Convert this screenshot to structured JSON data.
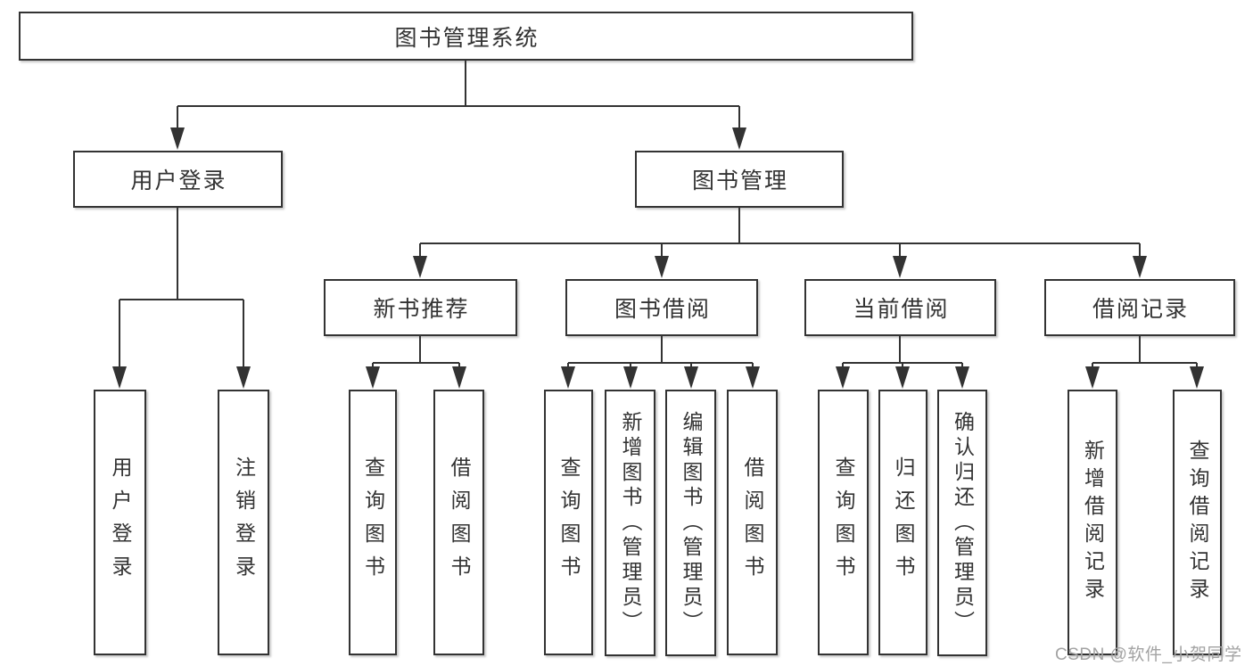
{
  "diagram_title": "图书管理系统",
  "tree": {
    "label": "图书管理系统",
    "children": [
      {
        "label": "用户登录",
        "children": [
          {
            "label": "用户登录"
          },
          {
            "label": "注销登录"
          }
        ]
      },
      {
        "label": "图书管理",
        "children": [
          {
            "label": "新书推荐",
            "children": [
              {
                "label": "查询图书"
              },
              {
                "label": "借阅图书"
              }
            ]
          },
          {
            "label": "图书借阅",
            "children": [
              {
                "label": "查询图书"
              },
              {
                "label": "新增图书（管理员）"
              },
              {
                "label": "编辑图书（管理员）"
              },
              {
                "label": "借阅图书"
              }
            ]
          },
          {
            "label": "当前借阅",
            "children": [
              {
                "label": "查询图书"
              },
              {
                "label": "归还图书"
              },
              {
                "label": "确认归还（管理员）"
              }
            ]
          },
          {
            "label": "借阅记录",
            "children": [
              {
                "label": "新增借阅记录"
              },
              {
                "label": "查询借阅记录"
              }
            ]
          }
        ]
      }
    ]
  },
  "watermark": {
    "text": "CSDN @软件_小贺同学"
  },
  "colors": {
    "line": "#333333",
    "text": "#333333",
    "box_background": "#ffffff",
    "watermark": "#a3a3a3",
    "page_background": "#ffffff"
  }
}
